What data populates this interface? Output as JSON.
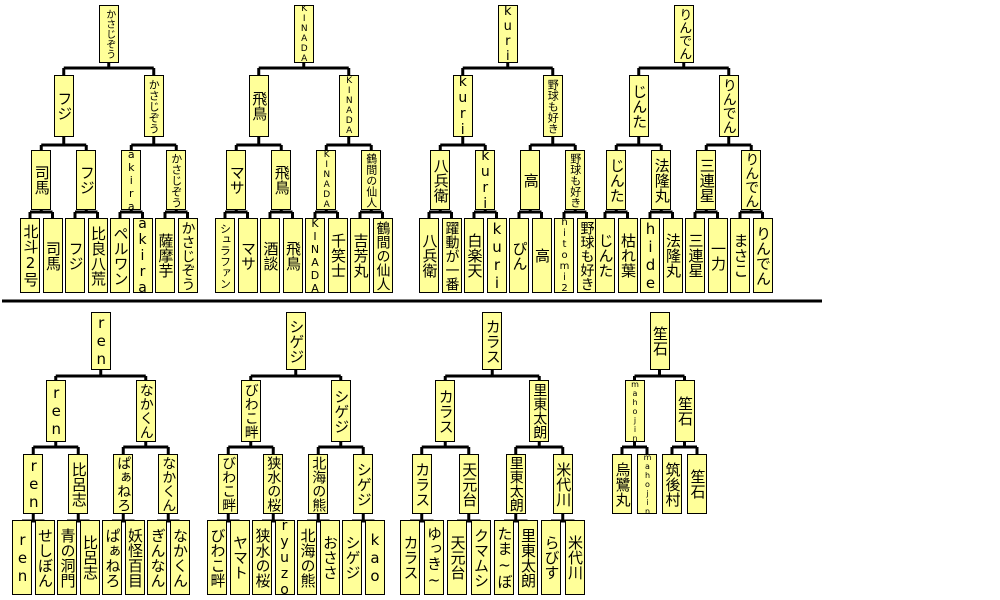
{
  "divider_color": "#000000",
  "node_fill": "#ffff99",
  "brackets": [
    {
      "champion": "かさじぞう",
      "final": [
        "フジ",
        "かさじぞう"
      ],
      "semifinal": [
        "司馬",
        "フジ",
        "akira",
        "かさじぞう"
      ],
      "first_round": [
        "北斗2号",
        "司馬",
        "フジ",
        "比良八荒",
        "ペルワン",
        "akira",
        "薩摩芋",
        "かさじぞう"
      ]
    },
    {
      "champion": "KINADA",
      "final": [
        "飛鳥",
        "KINADA"
      ],
      "semifinal": [
        "マサ",
        "飛鳥",
        "KINADA",
        "鶴間の仙人"
      ],
      "first_round": [
        "シュラファン",
        "マサ",
        "酒談",
        "飛鳥",
        "KINADA",
        "千笑士",
        "吉芳丸",
        "鶴間の仙人"
      ]
    },
    {
      "champion": "kuri",
      "final": [
        "kuri",
        "野球も好き"
      ],
      "semifinal": [
        "八兵衛",
        "kuri",
        "高",
        "野球も好き"
      ],
      "first_round": [
        "八兵衛",
        "躍動が一番",
        "白楽天",
        "kuri",
        "ぴん",
        "高",
        "hitomi2",
        "野球も好き"
      ]
    },
    {
      "champion": "りんでん",
      "final": [
        "じんた",
        "りんでん"
      ],
      "semifinal": [
        "じんた",
        "法隆丸",
        "三連星",
        "りんでん"
      ],
      "first_round": [
        "じんた",
        "枯れ葉",
        "hide",
        "法隆丸",
        "三連星",
        "一力",
        "まさこ",
        "りんでん"
      ]
    },
    {
      "champion": "ren",
      "final": [
        "ren",
        "なかくん"
      ],
      "semifinal": [
        "ren",
        "比呂志",
        "ぱぁねろ",
        "なかくん"
      ],
      "first_round": [
        "ren",
        "せしぼん",
        "青の洞門",
        "比呂志",
        "ぱぁねろ",
        "妖怪百目",
        "ぎんなん",
        "なかくん"
      ]
    },
    {
      "champion": "シゲジ",
      "final": [
        "びわこ畔",
        "シゲジ"
      ],
      "semifinal": [
        "びわこ畔",
        "狭水の桜",
        "北海の熊",
        "シゲジ"
      ],
      "first_round": [
        "びわこ畔",
        "ヤマト",
        "狭水の桜",
        "ryuzo",
        "北海の熊",
        "おささ",
        "シゲジ",
        "kao"
      ]
    },
    {
      "champion": "カラス",
      "final": [
        "カラス",
        "里東太朗"
      ],
      "semifinal": [
        "カラス",
        "天元台",
        "里東太朗",
        "米代川"
      ],
      "first_round": [
        "カラス",
        "ゆっき~",
        "天元台",
        "クマムシ",
        "たま~ぼ",
        "里東太朗",
        "らびす",
        "米代川"
      ]
    },
    {
      "champion": "笙石",
      "final": [
        "mahojin",
        "笙石"
      ],
      "semifinal": [
        "烏鷺丸",
        "mahojin",
        "筑後村",
        "笙石"
      ]
    }
  ]
}
